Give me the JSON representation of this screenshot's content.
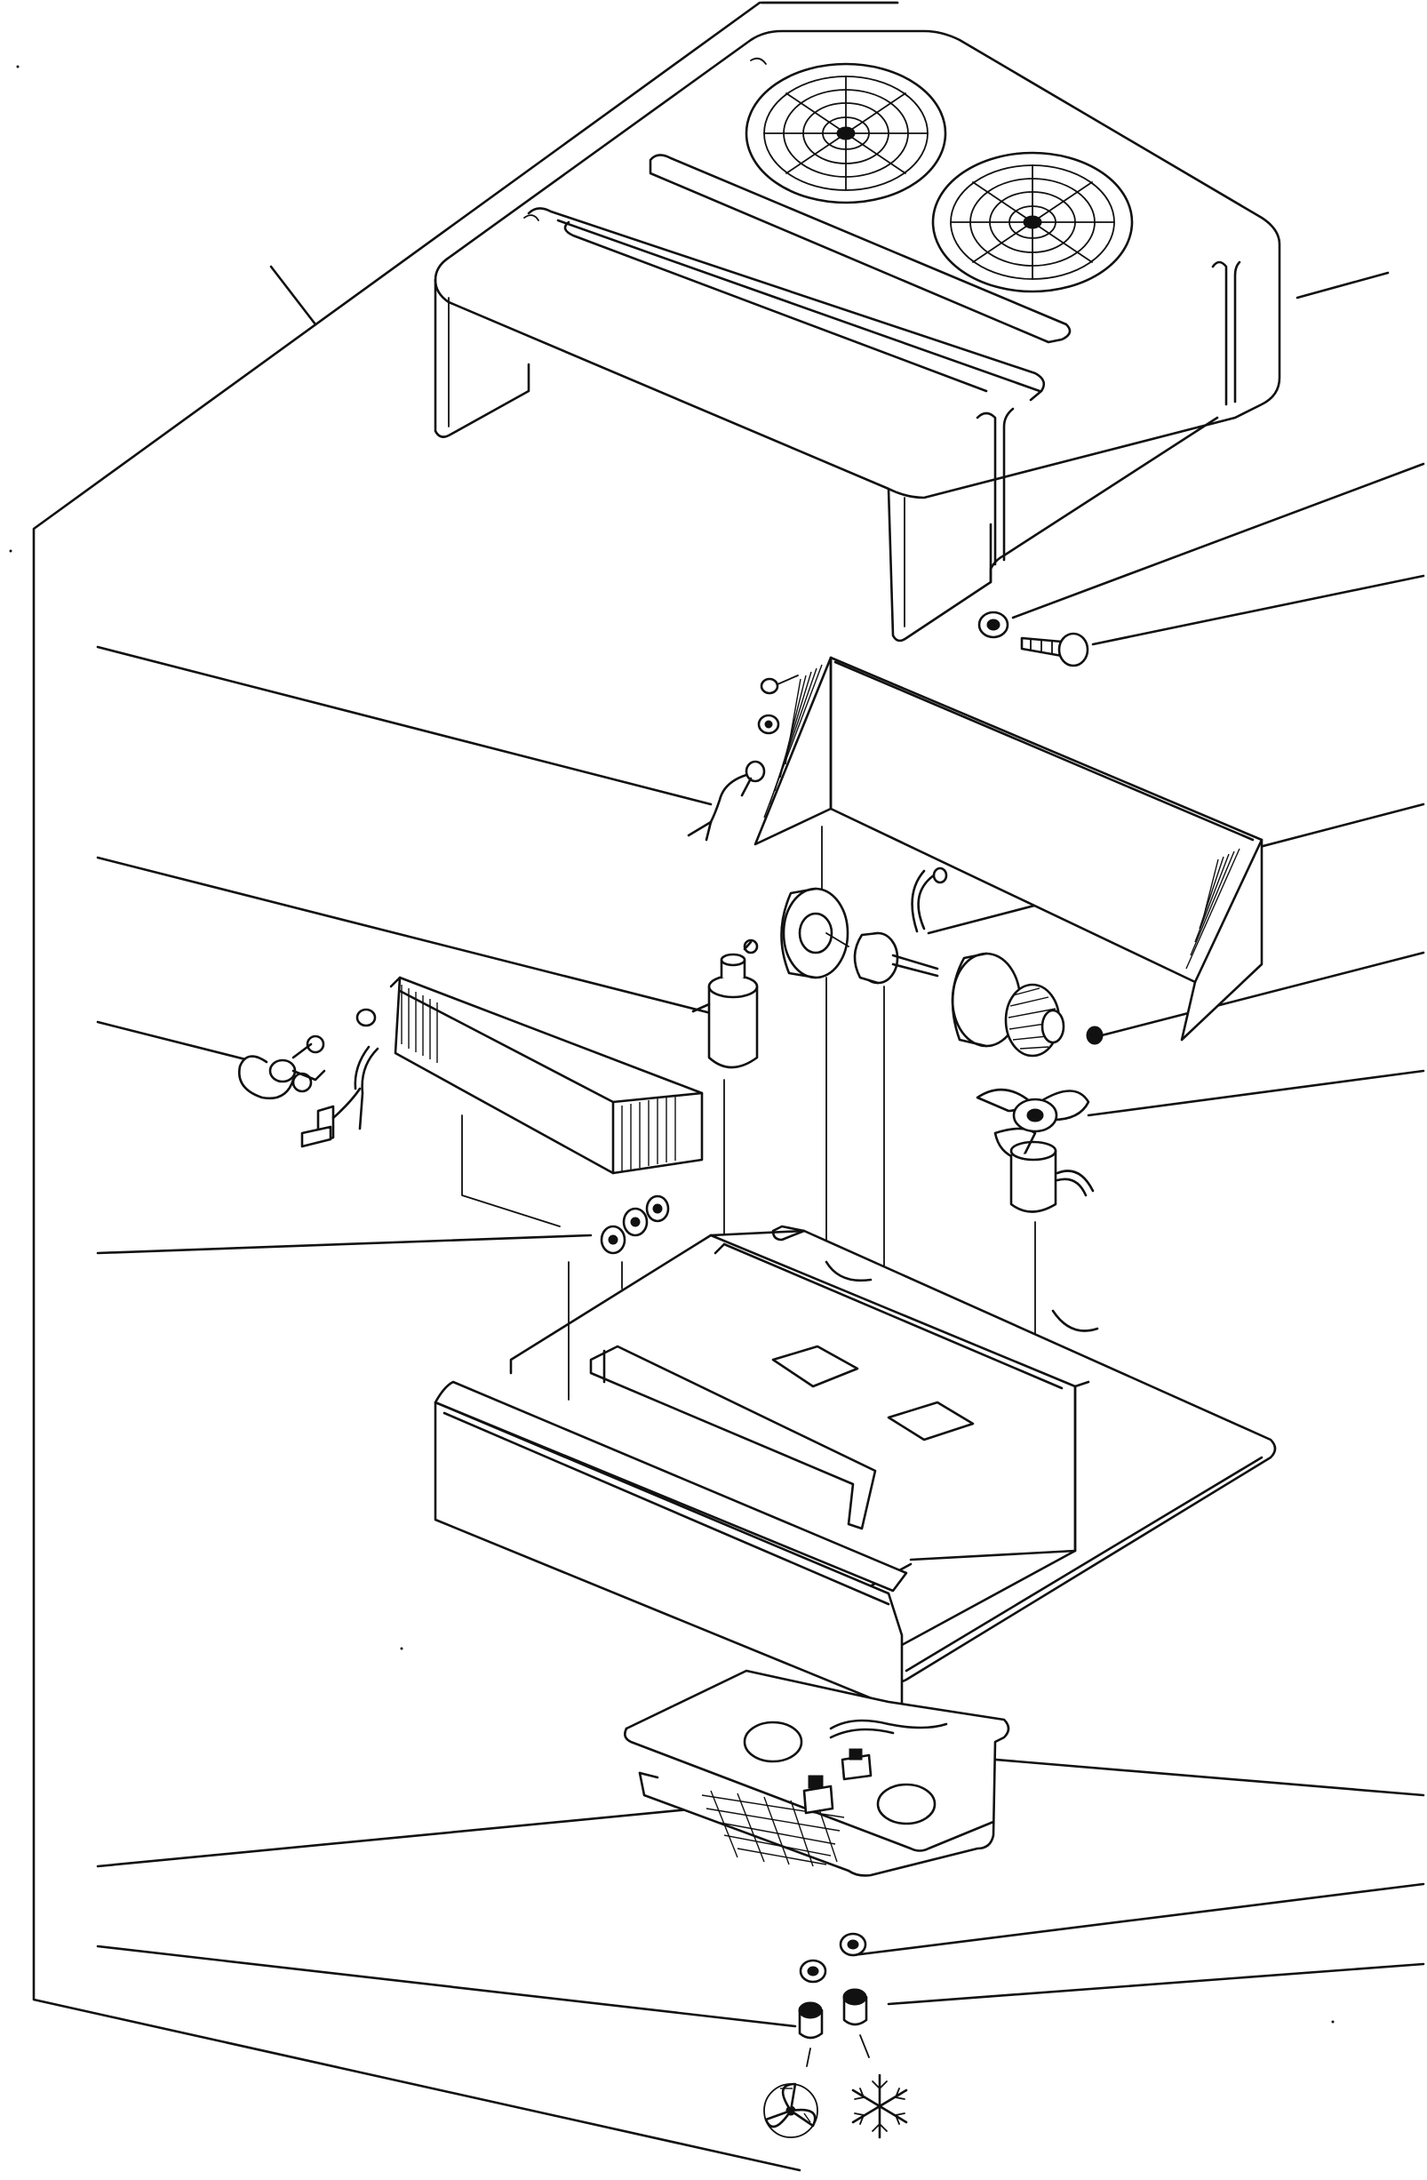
{
  "diagram": {
    "type": "exploded-parts-view",
    "callouts": [
      {
        "id": "top-cover"
      },
      {
        "id": "cover-grommet"
      },
      {
        "id": "cover-screw"
      },
      {
        "id": "wire-harness"
      },
      {
        "id": "receiver-drier"
      },
      {
        "id": "expansion-valve"
      },
      {
        "id": "clamp-set"
      },
      {
        "id": "blower-motor"
      },
      {
        "id": "motor-nut"
      },
      {
        "id": "condenser-fan"
      },
      {
        "id": "fan-switch"
      },
      {
        "id": "thermostat"
      },
      {
        "id": "knob-grommet"
      },
      {
        "id": "temperature-knob"
      },
      {
        "id": "fan-knob"
      },
      {
        "id": "frame-assembly"
      }
    ],
    "symbols": [
      "fan-symbol",
      "snowflake-symbol"
    ]
  }
}
